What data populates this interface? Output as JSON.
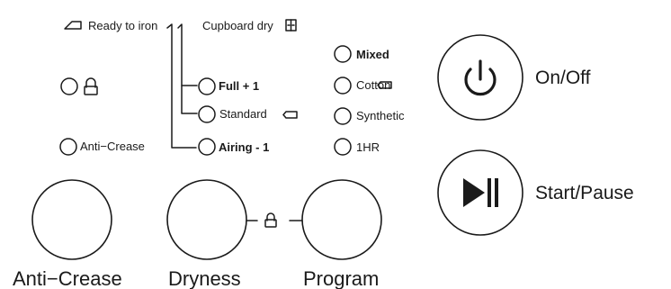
{
  "panel": {
    "indicators": {
      "ready_to_iron": "Ready to iron",
      "cupboard_dry": "Cupboard dry",
      "full_plus_1": "Full + 1",
      "standard": "Standard",
      "airing_minus_1": "Airing - 1",
      "anti_crease": "Anti−Crease",
      "mixed": "Mixed",
      "cotton": "Cotton",
      "synthetic": "Synthetic",
      "one_hr": "1HR"
    },
    "buttons": {
      "anti_crease": "Anti−Crease",
      "dryness": "Dryness",
      "program": "Program",
      "on_off": "On/Off",
      "start_pause": "Start/Pause"
    },
    "icons": {
      "iron": "iron-icon",
      "cupboard": "cupboard-icon",
      "child_lock": "lock-icon",
      "tag": "tag-icon",
      "power": "power-icon",
      "play_pause": "play-pause-icon"
    },
    "colors": {
      "ink": "#1a1a1a",
      "background": "#ffffff"
    }
  }
}
